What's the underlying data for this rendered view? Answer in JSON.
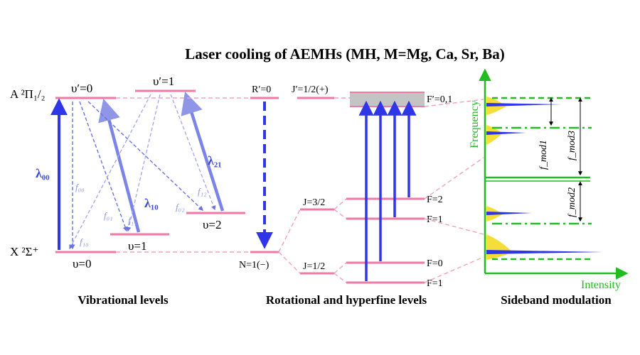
{
  "title": "Laser cooling of AEMHs (MH, M=Mg, Ca, Sr, Ba)",
  "sections": {
    "vibrational": "Vibrational levels",
    "rotational": "Rotational and hyperfine levels",
    "sideband": "Sideband modulation"
  },
  "states": {
    "excited": "A ²Π₁/₂",
    "ground": "X ²Σ⁺"
  },
  "vibrational_levels": {
    "v_prime_0": "υ′=0",
    "v_prime_1": "υ′=1",
    "v0": "υ=0",
    "v1": "υ=1",
    "v2": "υ=2"
  },
  "transitions": {
    "lambda00": "λ₀₀",
    "lambda10": "λ₁₀",
    "lambda21": "λ₂₁",
    "f00": "f₀₀",
    "f01": "f₀₁",
    "f11": "f₁₁",
    "f02": "f₀₂",
    "f12": "f₁₂",
    "f10": "f₁₀"
  },
  "rotational_levels": {
    "r_prime": "R′=0",
    "j_prime": "J′=1/2(+)",
    "f_prime": "F′=0,1",
    "n": "N=1(−)",
    "j32": "J=3/2",
    "j12": "J=1/2",
    "f2": "F=2",
    "f1_upper": "F=1",
    "f0": "F=0",
    "f1_lower": "F=1"
  },
  "sideband": {
    "frequency_axis": "Frequency",
    "intensity_axis": "Intensity",
    "fmod1": "f_mod1",
    "fmod2": "f_mod2",
    "fmod3": "f_mod3"
  },
  "colors": {
    "strong_blue": "#2e36e8",
    "pale_blue": "#8f96e8",
    "pink": "#f07aa6",
    "green": "#22bb22",
    "yellow": "#f5dd3a"
  }
}
